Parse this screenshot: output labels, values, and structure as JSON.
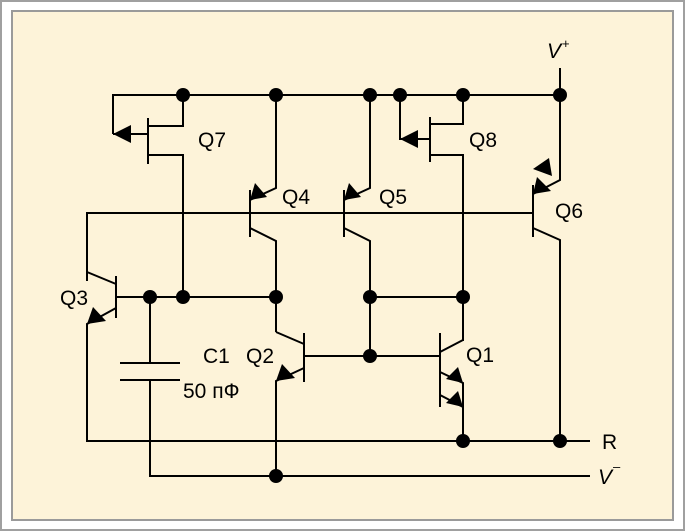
{
  "labels": {
    "q7": "Q7",
    "q8": "Q8",
    "q4": "Q4",
    "q5": "Q5",
    "q6": "Q6",
    "q3": "Q3",
    "q2": "Q2",
    "q1": "Q1",
    "c1": "C1",
    "c1_value": "50 пФ",
    "r": "R",
    "vplus": "V",
    "vplus_sup": "+",
    "vminus": "V",
    "vminus_sup": "–"
  },
  "colors": {
    "border": "#a0a0a0",
    "background": "#fdf3d9",
    "ink": "#000000"
  }
}
